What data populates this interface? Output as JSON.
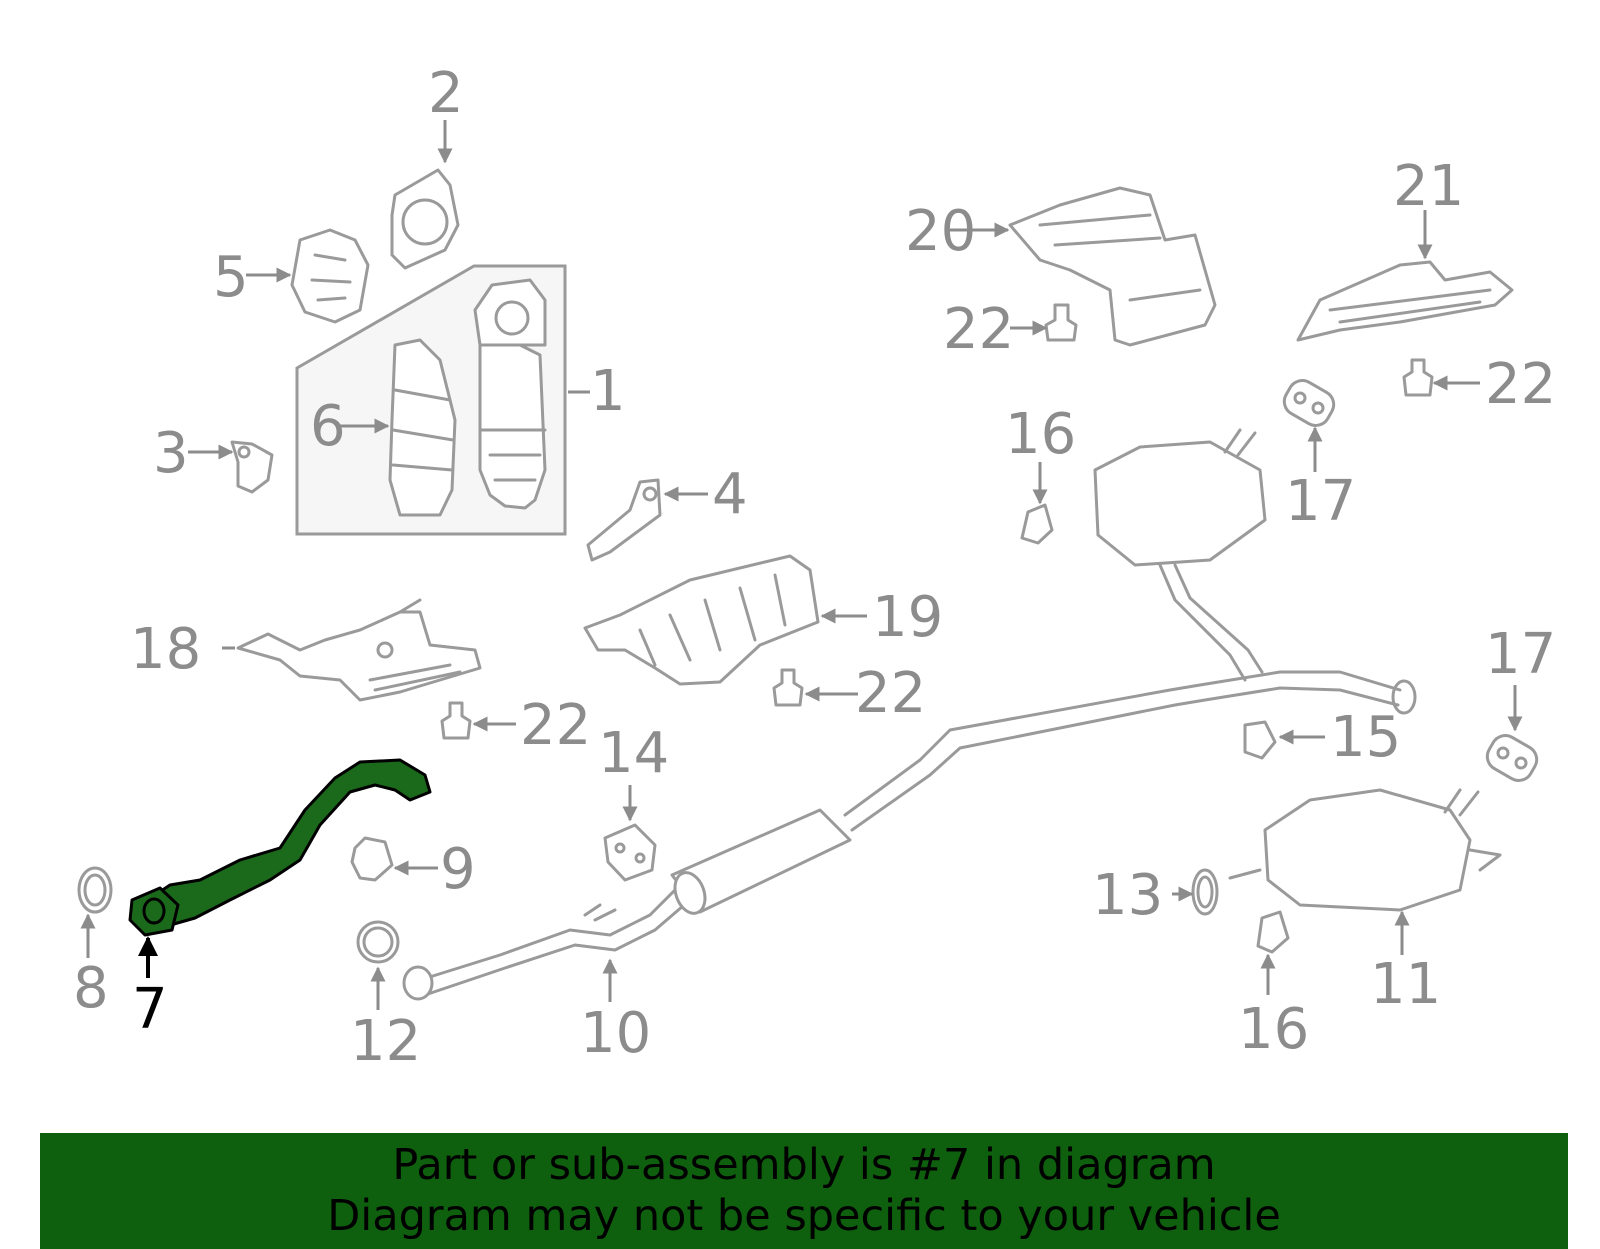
{
  "banner": {
    "line1": "Part or sub-assembly is #7 in diagram",
    "line2": "Diagram may not be specific to your vehicle"
  },
  "colors": {
    "banner_bg": "#0e5f0e",
    "highlight_part": "#1b6a1b",
    "line_art": "#9a9a9a",
    "callout_text": "#8c8c8c",
    "callout_highlight": "#000000"
  },
  "highlighted_part": "7",
  "callouts": [
    {
      "id": "1",
      "label": "1"
    },
    {
      "id": "2",
      "label": "2"
    },
    {
      "id": "3",
      "label": "3"
    },
    {
      "id": "4",
      "label": "4"
    },
    {
      "id": "5",
      "label": "5"
    },
    {
      "id": "6",
      "label": "6"
    },
    {
      "id": "7",
      "label": "7"
    },
    {
      "id": "8",
      "label": "8"
    },
    {
      "id": "9",
      "label": "9"
    },
    {
      "id": "10",
      "label": "10"
    },
    {
      "id": "11",
      "label": "11"
    },
    {
      "id": "12",
      "label": "12"
    },
    {
      "id": "13",
      "label": "13"
    },
    {
      "id": "14",
      "label": "14"
    },
    {
      "id": "15",
      "label": "15"
    },
    {
      "id": "16a",
      "label": "16"
    },
    {
      "id": "16b",
      "label": "16"
    },
    {
      "id": "17a",
      "label": "17"
    },
    {
      "id": "17b",
      "label": "17"
    },
    {
      "id": "18",
      "label": "18"
    },
    {
      "id": "19",
      "label": "19"
    },
    {
      "id": "20",
      "label": "20"
    },
    {
      "id": "21",
      "label": "21"
    },
    {
      "id": "22a",
      "label": "22"
    },
    {
      "id": "22b",
      "label": "22"
    },
    {
      "id": "22c",
      "label": "22"
    },
    {
      "id": "22d",
      "label": "22"
    }
  ]
}
